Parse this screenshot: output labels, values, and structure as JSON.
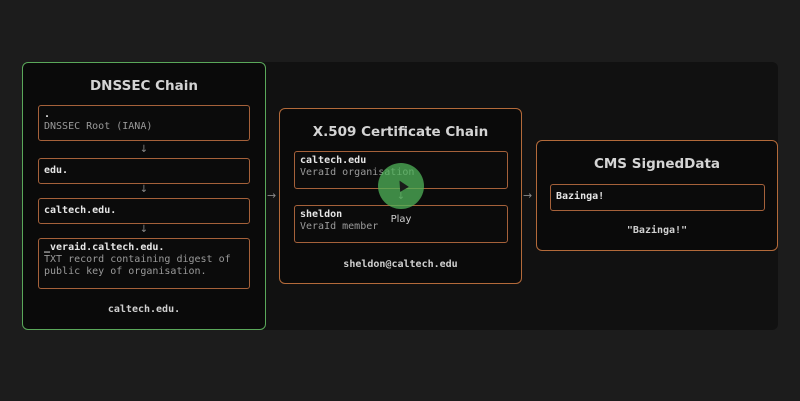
{
  "dnssec": {
    "title": "DNSSEC Chain",
    "nodes": [
      {
        "name": ".",
        "desc": "DNSSEC Root (IANA)"
      },
      {
        "name": "edu.",
        "desc": ""
      },
      {
        "name": "caltech.edu.",
        "desc": ""
      },
      {
        "name": "_veraid.caltech.edu.",
        "desc": "TXT record containing digest of public key of organisation."
      }
    ],
    "footer": "caltech.edu."
  },
  "x509": {
    "title": "X.509 Certificate Chain",
    "nodes": [
      {
        "name": "caltech.edu",
        "desc": "VeraId organisation"
      },
      {
        "name": "sheldon",
        "desc": "VeraId member"
      }
    ],
    "footer": "sheldon@caltech.edu"
  },
  "cms": {
    "title": "CMS SignedData",
    "nodes": [
      {
        "name": "Bazinga!"
      }
    ],
    "footer": "\"Bazinga!\""
  },
  "arrows": {
    "down": "↓",
    "right": "→"
  },
  "overlay": {
    "play_label": "Play",
    "color": "#50b45a"
  },
  "colors": {
    "active_border": "#5aa85a",
    "node_border": "#a5613a"
  }
}
